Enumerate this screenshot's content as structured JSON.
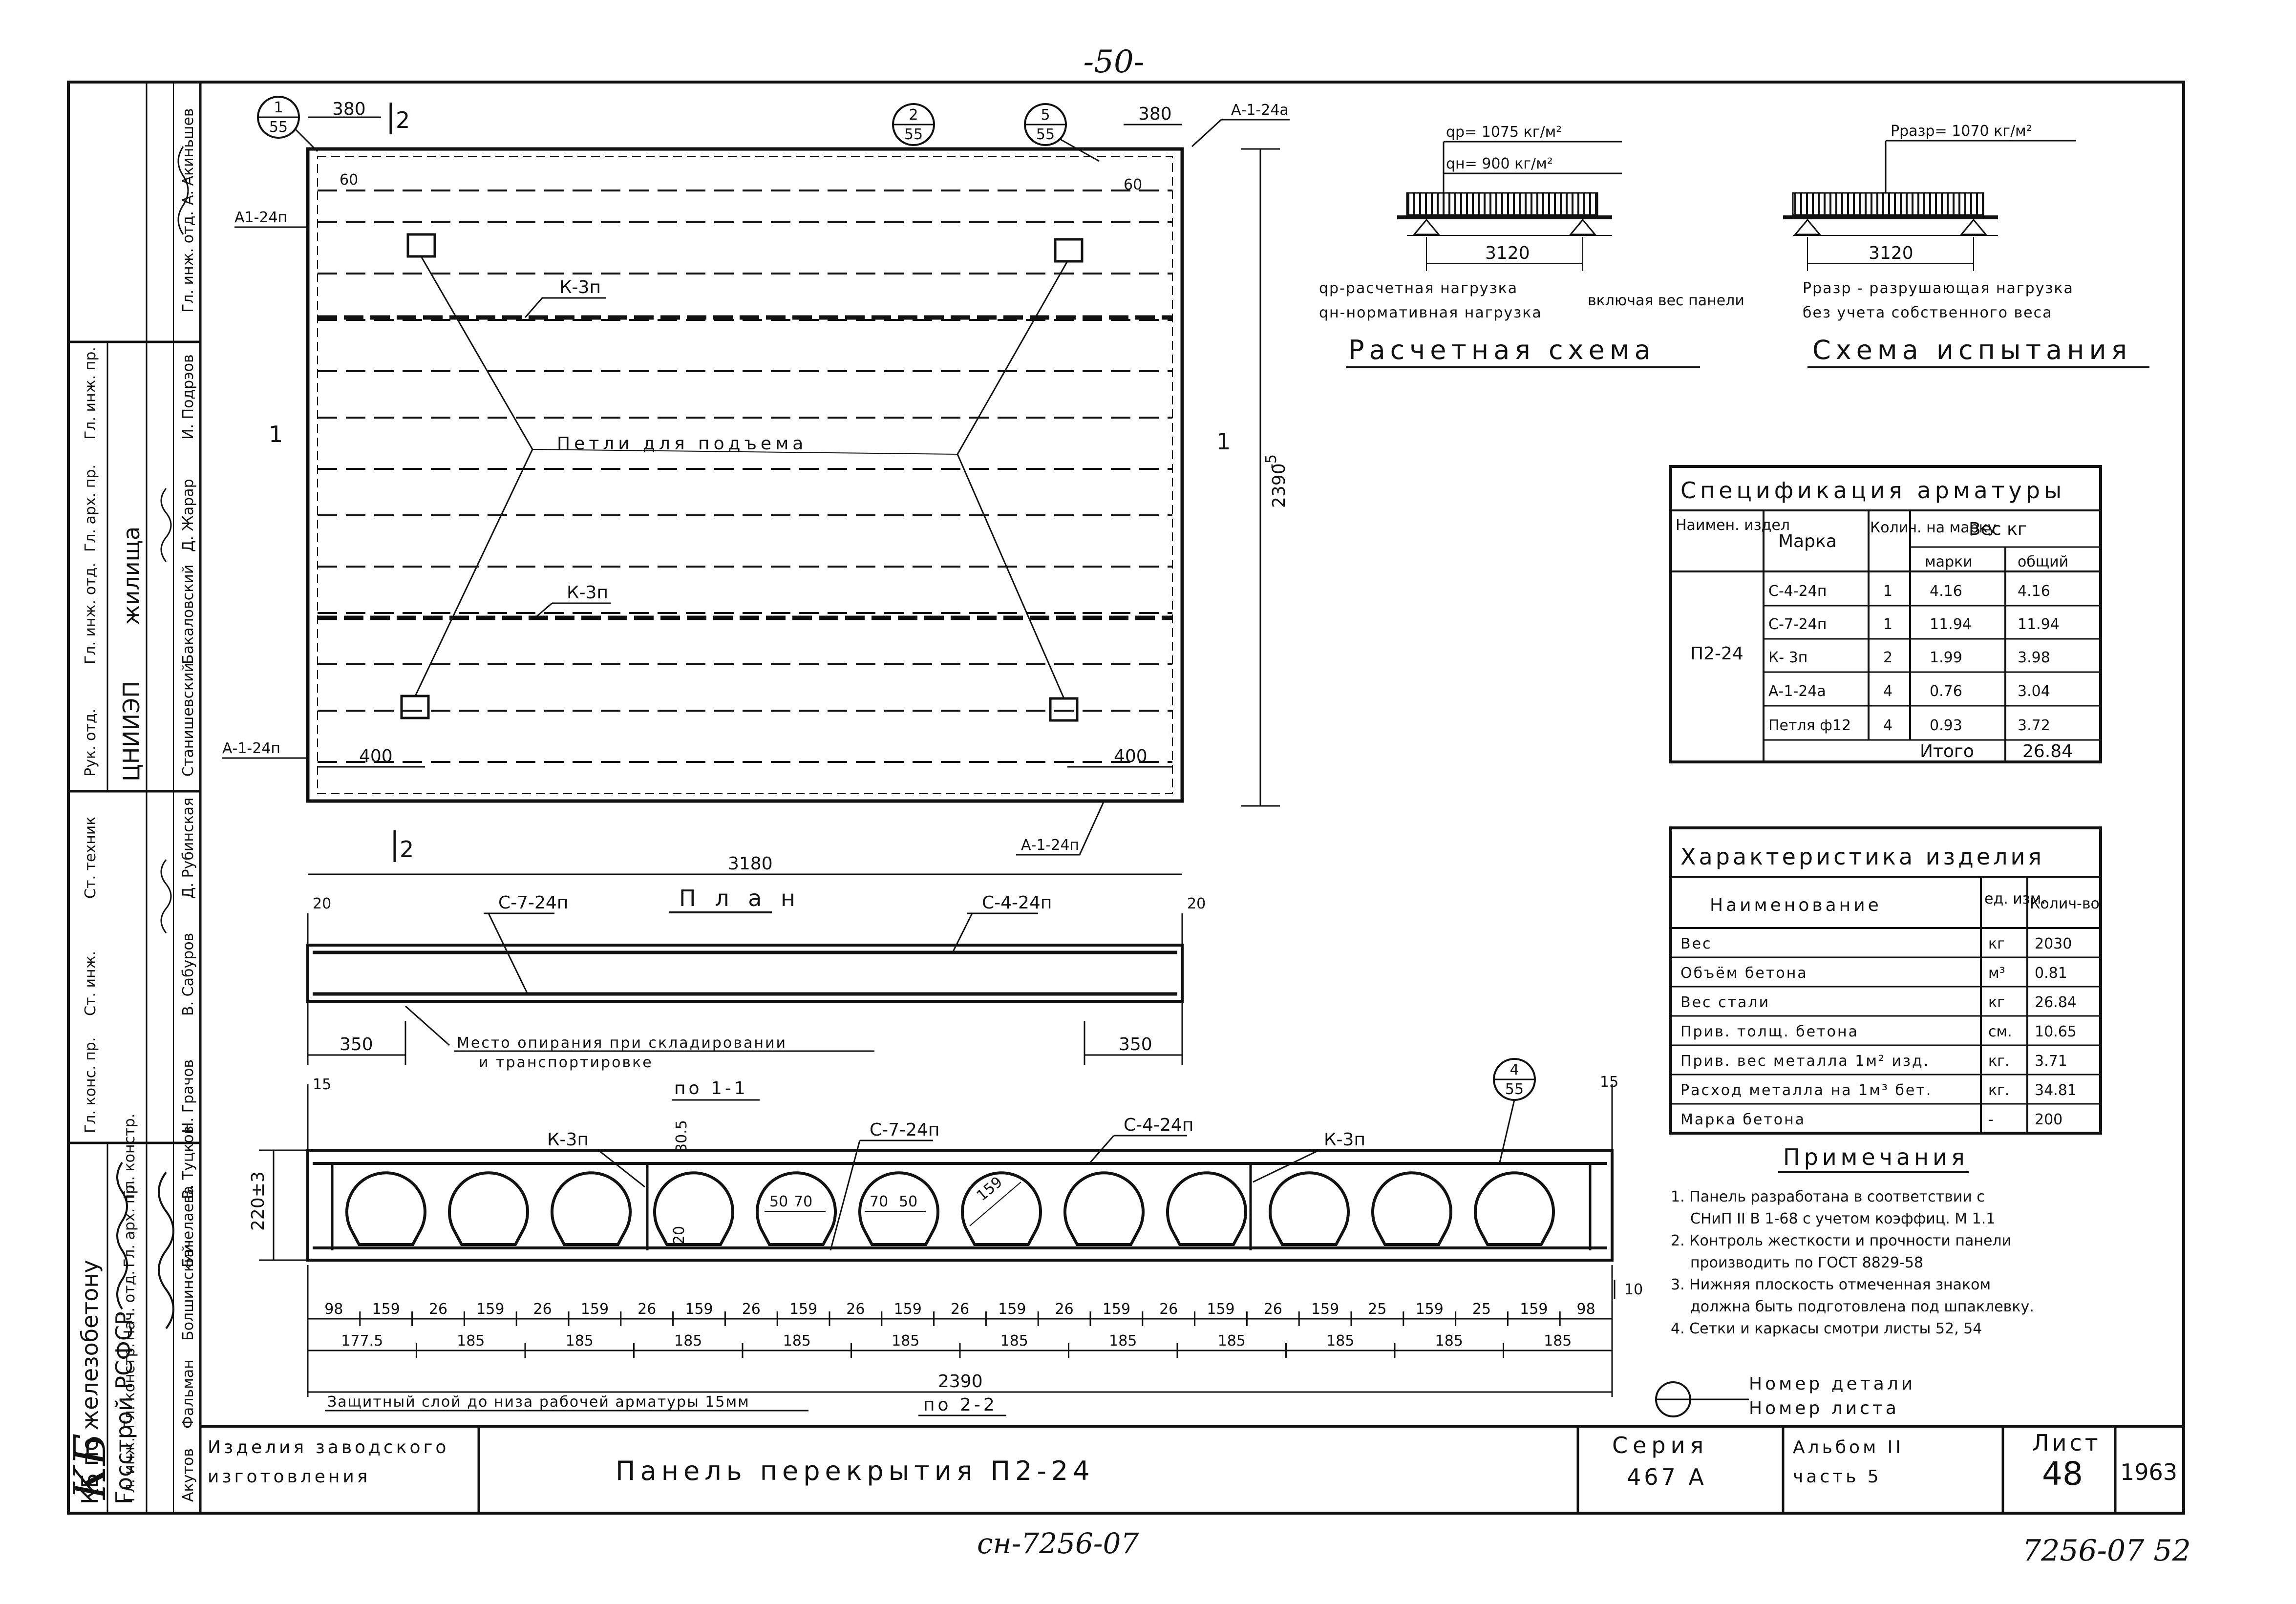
{
  "page_number": "-50-",
  "bottom_center_code": "сн-7256-07",
  "bottom_right_code": "7256-07 52",
  "plan": {
    "title": "П л а н",
    "width_dim": "3180",
    "height_dim": "2390",
    "height_tol": "-5",
    "edge_left": "380",
    "edge_right": "380",
    "notch_left": "60",
    "notch_right": "60",
    "loop_offset_left": "400",
    "loop_offset_right": "400",
    "section_mark_top": "2",
    "section_mark_bottom": "2",
    "section_mark_left": "1",
    "section_mark_right": "1",
    "lbl_a_top_right": "А-1-24а",
    "lbl_a_left_top": "А1-24п",
    "lbl_a_left_bottom": "А-1-24п",
    "lbl_a_bottom_right": "А-1-24п",
    "lbl_k_top": "К-3п",
    "lbl_k_mid": "К-3п",
    "loops_label": "Петли для подъема",
    "callout1_top": "1",
    "callout1_bot": "55",
    "callout2_top": "2",
    "callout2_bot": "55",
    "callout3_top": "5",
    "callout3_bot": "55"
  },
  "section11": {
    "title": "по 1-1",
    "dim_left": "20",
    "dim_right": "20",
    "lbl_c7": "С-7-24п",
    "lbl_c4": "С-4-24п",
    "support_left": "350",
    "support_right": "350",
    "support_note_1": "Место опирания при складировании",
    "support_note_2": "и транспортировке"
  },
  "section22": {
    "title": "по 2-2",
    "height_dim": "220±3",
    "top_cover": "30.5",
    "bot_cover": "20",
    "left_edge": "15",
    "right_edge": "15",
    "right_bottom": "10",
    "lbl_k_left": "К-3п",
    "lbl_c7": "С-7-24п",
    "lbl_c4": "С-4-24п",
    "lbl_k_right": "К-3п",
    "callout_top": "4",
    "callout_bot": "55",
    "inner_dims": [
      "50",
      "70",
      "70",
      "50"
    ],
    "void_dia": "159",
    "row1": [
      "98",
      "159",
      "26",
      "159",
      "26",
      "159",
      "26",
      "159",
      "26",
      "159",
      "26",
      "159",
      "26",
      "159",
      "26",
      "159",
      "26",
      "159",
      "26",
      "159",
      "25",
      "159",
      "25",
      "159",
      "98"
    ],
    "row2": [
      "177.5",
      "185",
      "185",
      "185",
      "185",
      "185",
      "185",
      "185",
      "185",
      "185",
      "185",
      "185"
    ],
    "total": "2390",
    "protective_layer_note": "Защитный слой до низа рабочей арматуры 15мм"
  },
  "load_scheme": {
    "qp": "qр= 1075 кг/м²",
    "qn": "qн= 900 кг/м²",
    "span": "3120",
    "legend_1": "qр-расчетная нагрузка",
    "legend_2": "qн-нормативная нагрузка",
    "legend_brace": "включая вес панели",
    "title": "Расчетная схема"
  },
  "test_scheme": {
    "p": "Pразр= 1070 кг/м²",
    "span": "3120",
    "legend_1": "Pразр - разрушающая нагрузка",
    "legend_2": "без учета собственного веса",
    "title": "Схема испытания"
  },
  "spec_table": {
    "title": "Спецификация арматуры",
    "headers": {
      "name": "Наимен. издел",
      "mark": "Марка",
      "qty": "Колич. на марку",
      "weight": "Вес кг",
      "w_mark": "марки",
      "w_total": "общий"
    },
    "product": "П2-24",
    "rows": [
      [
        "С-4-24п",
        "1",
        "4.16",
        "4.16"
      ],
      [
        "С-7-24п",
        "1",
        "11.94",
        "11.94"
      ],
      [
        "К- 3п",
        "2",
        "1.99",
        "3.98"
      ],
      [
        "А-1-24а",
        "4",
        "0.76",
        "3.04"
      ],
      [
        "Петля ф12",
        "4",
        "0.93",
        "3.72"
      ]
    ],
    "total_label": "Итого",
    "total_value": "26.84"
  },
  "char_table": {
    "title": "Характеристика изделия",
    "headers": {
      "name": "Наименование",
      "unit": "ед. изм.",
      "qty": "Колич-во"
    },
    "rows": [
      [
        "Вес",
        "кг",
        "2030"
      ],
      [
        "Объём бетона",
        "м³",
        "0.81"
      ],
      [
        "Вес стали",
        "кг",
        "26.84"
      ],
      [
        "Прив. толщ. бетона",
        "см.",
        "10.65"
      ],
      [
        "Прив. вес металла 1м² изд.",
        "кг.",
        "3.71"
      ],
      [
        "Расход металла на 1м³ бет.",
        "кг.",
        "34.81"
      ],
      [
        "Марка бетона",
        "-",
        "200"
      ]
    ]
  },
  "notes": {
    "title": "Примечания",
    "items": [
      "1. Панель разработана в соответствии с",
      "СНиП II В 1-68 с учетом коэффиц. М 1.1",
      "2. Контроль жесткости и прочности панели",
      "производить по ГОСТ 8829-58",
      "3. Нижняя плоскость отмеченная знаком",
      "должна быть подготовлена под шпаклевку.",
      "4. Сетки и каркасы смотри листы 52, 54"
    ]
  },
  "legend_symbol": {
    "top": "Номер детали",
    "bottom": "Номер листа"
  },
  "title_block": {
    "left_1": "Изделия заводского",
    "left_2": "изготовления",
    "main_title": "Панель перекрытия П2-24",
    "series_label": "Серия",
    "series_value": "467 А",
    "album_label": "Альбом II",
    "part_label": "часть 5",
    "sheet_label": "Лист",
    "sheet_value": "48",
    "year": "1963"
  },
  "side_stamp": {
    "org_1": "ЦНИИЭП",
    "org_2": "жилища",
    "org_3": "КБ по железобетону",
    "org_4": "Госстрой РСФСР",
    "roles_1": [
      "Рук. отд.",
      "Гл. инж. отд.",
      "Гл. арх. пр.",
      "Гл. инж. пр."
    ],
    "names_1": [
      "Станишевский",
      "Бакаловский",
      "Д. Жарар",
      "И. Подрэов"
    ],
    "roles_2": [
      "Гл. конс. пр.",
      "Ст. инж.",
      "Ст. техник"
    ],
    "names_2": [
      "Н. Грачов",
      "В. Сабуров",
      "Д. Рубинская"
    ],
    "roles_3": [
      "Гл. инж.",
      "Гл. констр.",
      "Нач. отд.",
      "Гл. арх. пр.",
      "Гл. констр."
    ],
    "names_3": [
      "Акутов",
      "Фальман",
      "Болшинский",
      "Бачелаева",
      "В. Туцков"
    ],
    "top_role": "Гл. инж. отд.",
    "top_name": "А. Акиньшев"
  }
}
